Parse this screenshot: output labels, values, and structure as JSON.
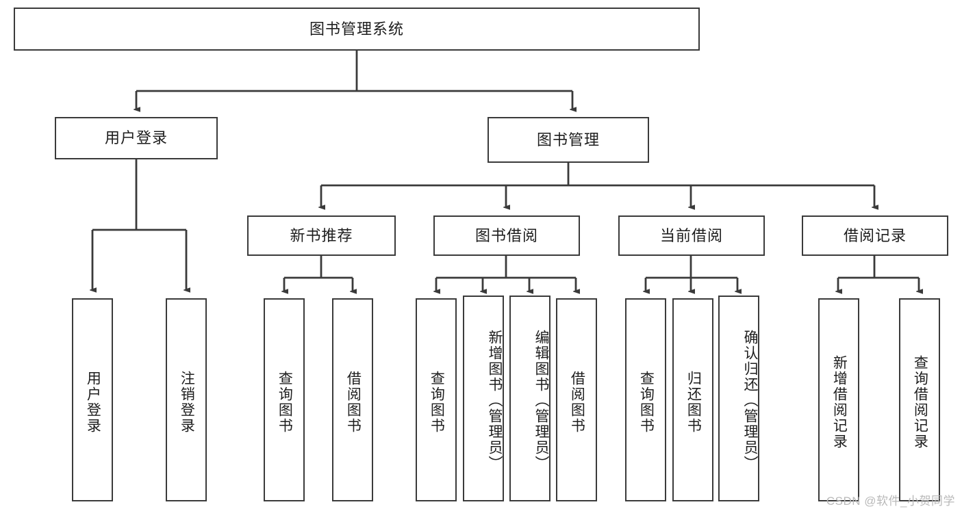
{
  "diagram": {
    "title": "图书管理系统",
    "watermark": "CSDN @软件_小贺同学",
    "colors": {
      "stroke": "#3a3a3a",
      "box_fill": "#ffffff",
      "text": "#1d1d1d",
      "watermark": "#b9b9b9",
      "background": "#ffffff"
    },
    "root": {
      "label": "图书管理系统"
    },
    "level2": [
      {
        "label": "用户登录"
      },
      {
        "label": "图书管理"
      }
    ],
    "level3": [
      {
        "label": "新书推荐"
      },
      {
        "label": "图书借阅"
      },
      {
        "label": "当前借阅"
      },
      {
        "label": "借阅记录"
      }
    ],
    "leaves": {
      "user_login": [
        {
          "label": "用户登录"
        },
        {
          "label": "注销登录"
        }
      ],
      "new_book_recommend": [
        {
          "label": "查询图书"
        },
        {
          "label": "借阅图书"
        }
      ],
      "book_borrow": [
        {
          "label": "查询图书"
        },
        {
          "label": "新增图书（管理员）"
        },
        {
          "label": "编辑图书（管理员）"
        },
        {
          "label": "借阅图书"
        }
      ],
      "current_borrow": [
        {
          "label": "查询图书"
        },
        {
          "label": "归还图书"
        },
        {
          "label": "确认归还（管理员）"
        }
      ],
      "borrow_record": [
        {
          "label": "新增借阅记录"
        },
        {
          "label": "查询借阅记录"
        }
      ]
    }
  }
}
